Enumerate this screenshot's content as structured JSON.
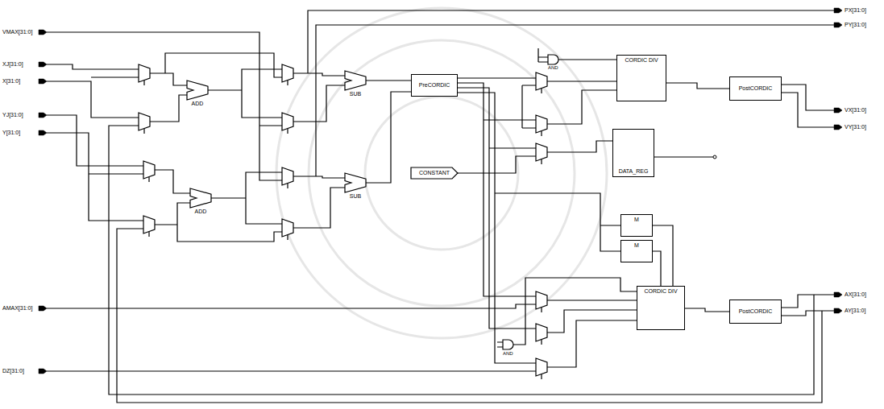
{
  "diagram": {
    "nodes": [
      {
        "text": [
          "ADD"
        ]
      },
      {
        "text": [
          "ADD"
        ]
      },
      {
        "text": [
          "SUB"
        ]
      },
      {
        "text": [
          "SUB"
        ]
      },
      {
        "text": [
          "PreCORDIC"
        ]
      },
      {
        "text": [
          "CONSTANT"
        ]
      },
      {
        "text": [
          "CORDIC DIV"
        ]
      },
      {
        "text": [
          "DATA_REG"
        ]
      },
      {
        "text": [
          "M"
        ]
      },
      {
        "text": [
          "M"
        ]
      },
      {
        "text": [
          "CORDIC DIV"
        ]
      },
      {
        "text": [
          "PostCORDIC"
        ]
      },
      {
        "text": [
          "PostCORDIC"
        ]
      }
    ],
    "edges": [
      {
        "from": 2,
        "to": 4,
        "arrow": "none"
      },
      {
        "from": 3,
        "to": 4,
        "arrow": "none"
      },
      {
        "from": 6,
        "to": 11,
        "arrow": "none"
      },
      {
        "from": 8,
        "to": 10,
        "arrow": "none"
      },
      {
        "from": 9,
        "to": 10,
        "arrow": "none"
      },
      {
        "from": 10,
        "to": 12,
        "arrow": "none"
      }
    ],
    "labels": [
      "PX[31:0]",
      "PY[31:0]",
      "VMAX[31:0]",
      "XJ[31:0]",
      "X[31:0]",
      "AND",
      "YJ[31:0]",
      "Y[31:0]",
      "VX[31:0]",
      "VY[31:0]",
      "AND",
      "AX[31:0]",
      "AY[31:0]",
      "AMAX[31:0]",
      "DZ[31:0]"
    ]
  }
}
